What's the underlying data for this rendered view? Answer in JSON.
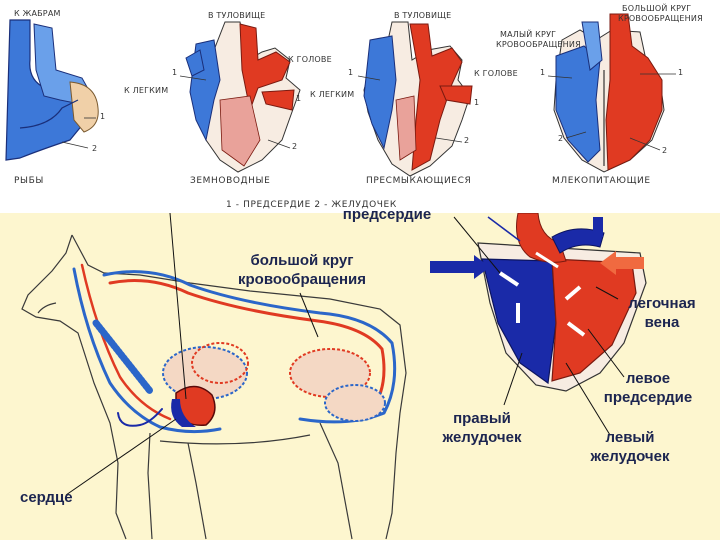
{
  "top": {
    "fish": {
      "caption": "РЫБЫ",
      "to_gills": "К ЖАБРАМ",
      "n1": "1",
      "n2": "2"
    },
    "amphibians": {
      "caption": "ЗЕМНОВОДНЫЕ",
      "to_body": "В ТУЛОВИЩЕ",
      "to_head": "К ГОЛОВЕ",
      "to_lungs": "К ЛЕГКИМ",
      "n1": "1",
      "n1b": "1",
      "n2": "2"
    },
    "reptiles": {
      "caption": "ПРЕСМЫКАЮЩИЕСЯ",
      "to_body": "В ТУЛОВИЩЕ",
      "to_head": "К ГОЛОВЕ",
      "to_lungs": "К ЛЕГКИМ",
      "n1": "1",
      "n1b": "1",
      "n2": "2"
    },
    "mammals": {
      "caption": "МЛЕКОПИТАЮЩИЕ",
      "small_circle_1": "МАЛЫЙ КРУГ",
      "small_circle_2": "КРОВООБРАЩЕНИЯ",
      "big_circle_1": "БОЛЬШОЙ КРУГ",
      "big_circle_2": "КРОВООБРАЩЕНИЯ",
      "n1": "1",
      "n1b": "1",
      "n2": "2",
      "n2b": "2"
    },
    "legend": "1 - ПРЕДСЕРДИЕ   2 - ЖЕЛУДОЧЕК"
  },
  "bottom": {
    "atrium_top": "предсердие",
    "systemic_1": "большой круг",
    "systemic_2": "кровообращения",
    "heart": "сердце",
    "pulm_vein_1": "легочная",
    "pulm_vein_2": "вена",
    "left_atrium_1": "левое",
    "left_atrium_2": "предсердие",
    "right_ventricle_1": "правый",
    "right_ventricle_2": "желудочек",
    "left_ventricle_1": "левый",
    "left_ventricle_2": "желудочек"
  },
  "colors": {
    "arterial": "#e03a22",
    "venous": "#2b66c9",
    "dark_blue": "#1a2aa8",
    "label_text": "#1c2550",
    "panel_bg": "#fdf6cf"
  }
}
